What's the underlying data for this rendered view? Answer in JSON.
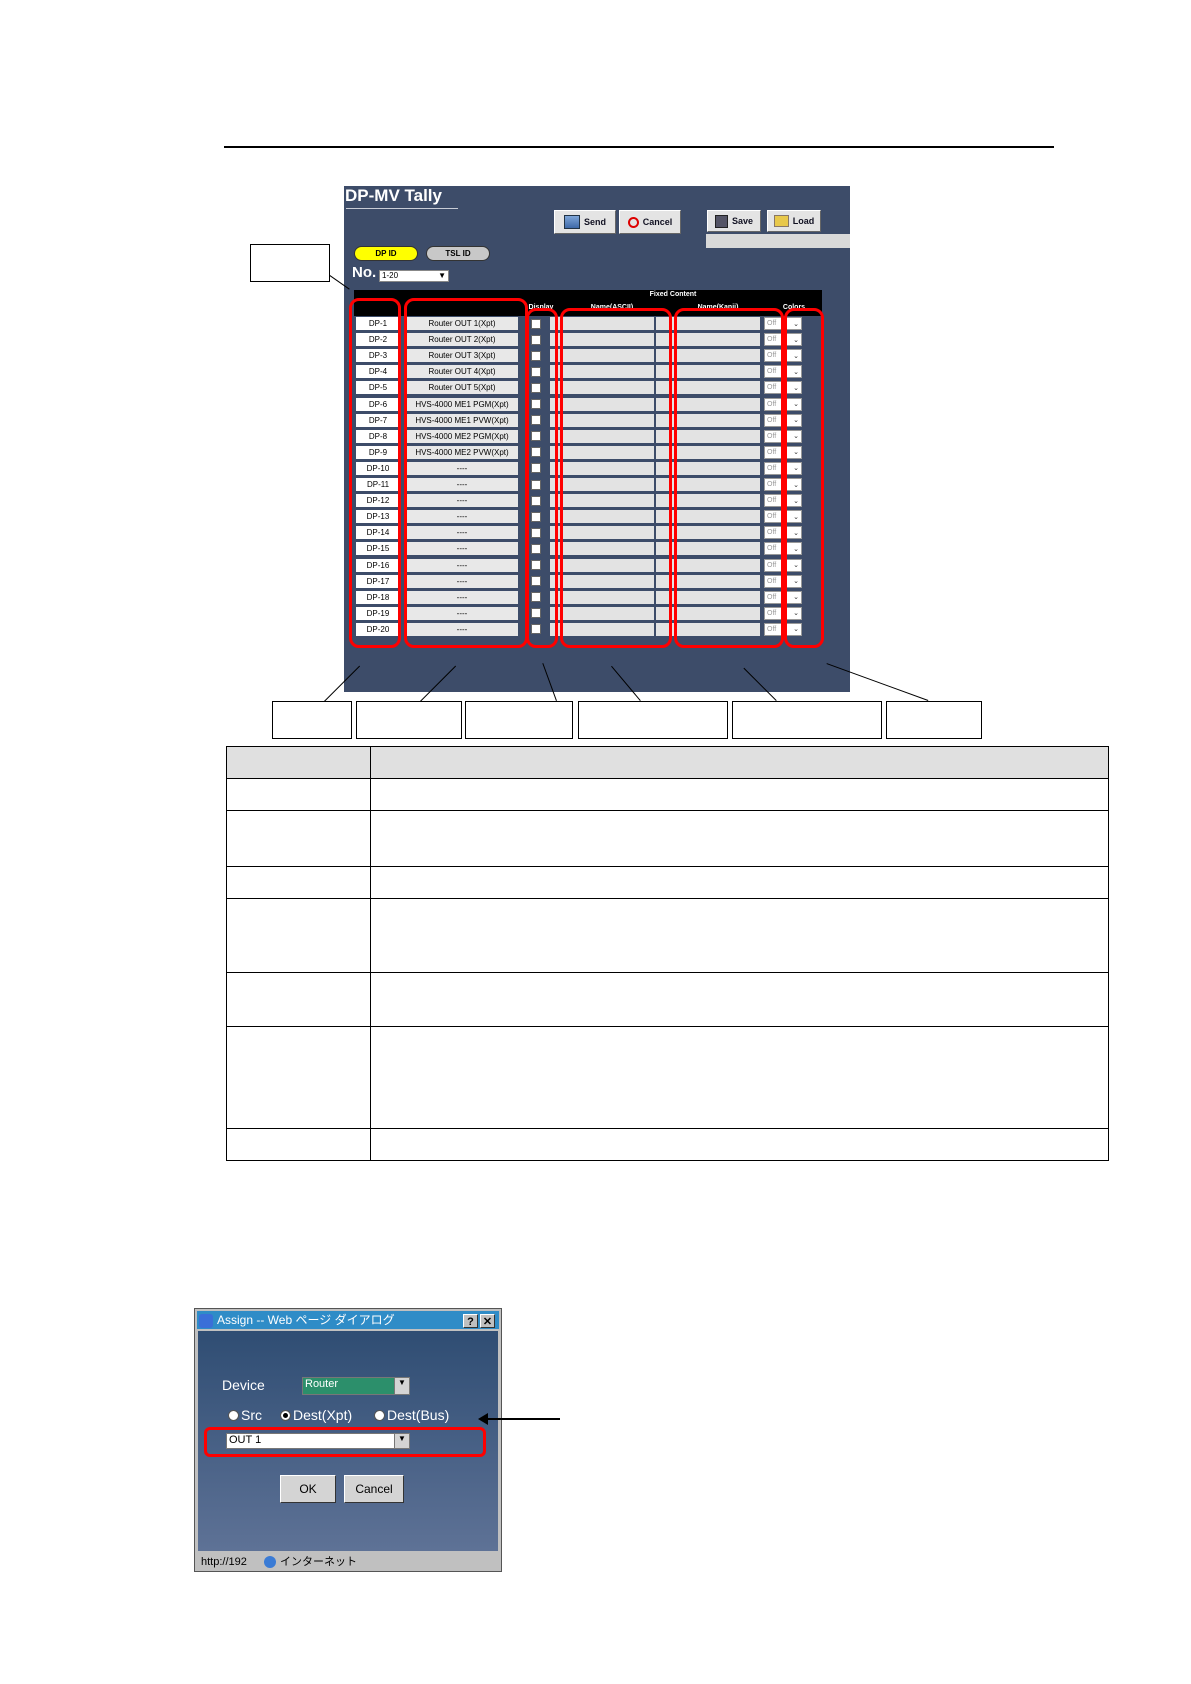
{
  "app": {
    "title": "DP-MV Tally",
    "buttons": {
      "send": "Send",
      "cancel": "Cancel",
      "save": "Save",
      "load": "Load"
    },
    "id_tabs": {
      "dp_id": "DP ID",
      "tsl_id": "TSL ID"
    },
    "no_label": "No.",
    "no_select_value": "1-20",
    "headers": {
      "fixed_content": "Fixed Content",
      "display": "Display",
      "name_ascii": "Name(ASCII)",
      "name_kanji": "Name(Kanji)",
      "colors": "Colors"
    },
    "color_default": "Off",
    "rows": [
      {
        "id": "DP-1",
        "assign": "Router OUT 1(Xpt)"
      },
      {
        "id": "DP-2",
        "assign": "Router OUT 2(Xpt)"
      },
      {
        "id": "DP-3",
        "assign": "Router OUT 3(Xpt)"
      },
      {
        "id": "DP-4",
        "assign": "Router OUT 4(Xpt)"
      },
      {
        "id": "DP-5",
        "assign": "Router OUT 5(Xpt)"
      },
      {
        "id": "DP-6",
        "assign": "HVS-4000 ME1 PGM(Xpt)"
      },
      {
        "id": "DP-7",
        "assign": "HVS-4000 ME1 PVW(Xpt)"
      },
      {
        "id": "DP-8",
        "assign": "HVS-4000 ME2 PGM(Xpt)"
      },
      {
        "id": "DP-9",
        "assign": "HVS-4000 ME2 PVW(Xpt)"
      },
      {
        "id": "DP-10",
        "assign": "----"
      },
      {
        "id": "DP-11",
        "assign": "----"
      },
      {
        "id": "DP-12",
        "assign": "----"
      },
      {
        "id": "DP-13",
        "assign": "----"
      },
      {
        "id": "DP-14",
        "assign": "----"
      },
      {
        "id": "DP-15",
        "assign": "----"
      },
      {
        "id": "DP-16",
        "assign": "----"
      },
      {
        "id": "DP-17",
        "assign": "----"
      },
      {
        "id": "DP-18",
        "assign": "----"
      },
      {
        "id": "DP-19",
        "assign": "----"
      },
      {
        "id": "DP-20",
        "assign": "----"
      }
    ]
  },
  "dialog": {
    "title": "Assign -- Web ページ ダイアログ",
    "help_btn": "?",
    "close_btn": "✕",
    "device_label": "Device",
    "device_value": "Router",
    "radio_src": "Src",
    "radio_dest_xpt": "Dest(Xpt)",
    "radio_dest_bus": "Dest(Bus)",
    "output_value": "OUT 1",
    "ok": "OK",
    "cancel": "Cancel",
    "status_url": "http://192",
    "status_zone": "インターネット"
  },
  "colors": {
    "highlight": "#ff0000",
    "app_bg": "#3d4c69",
    "dp_pill": "#ffff00"
  }
}
